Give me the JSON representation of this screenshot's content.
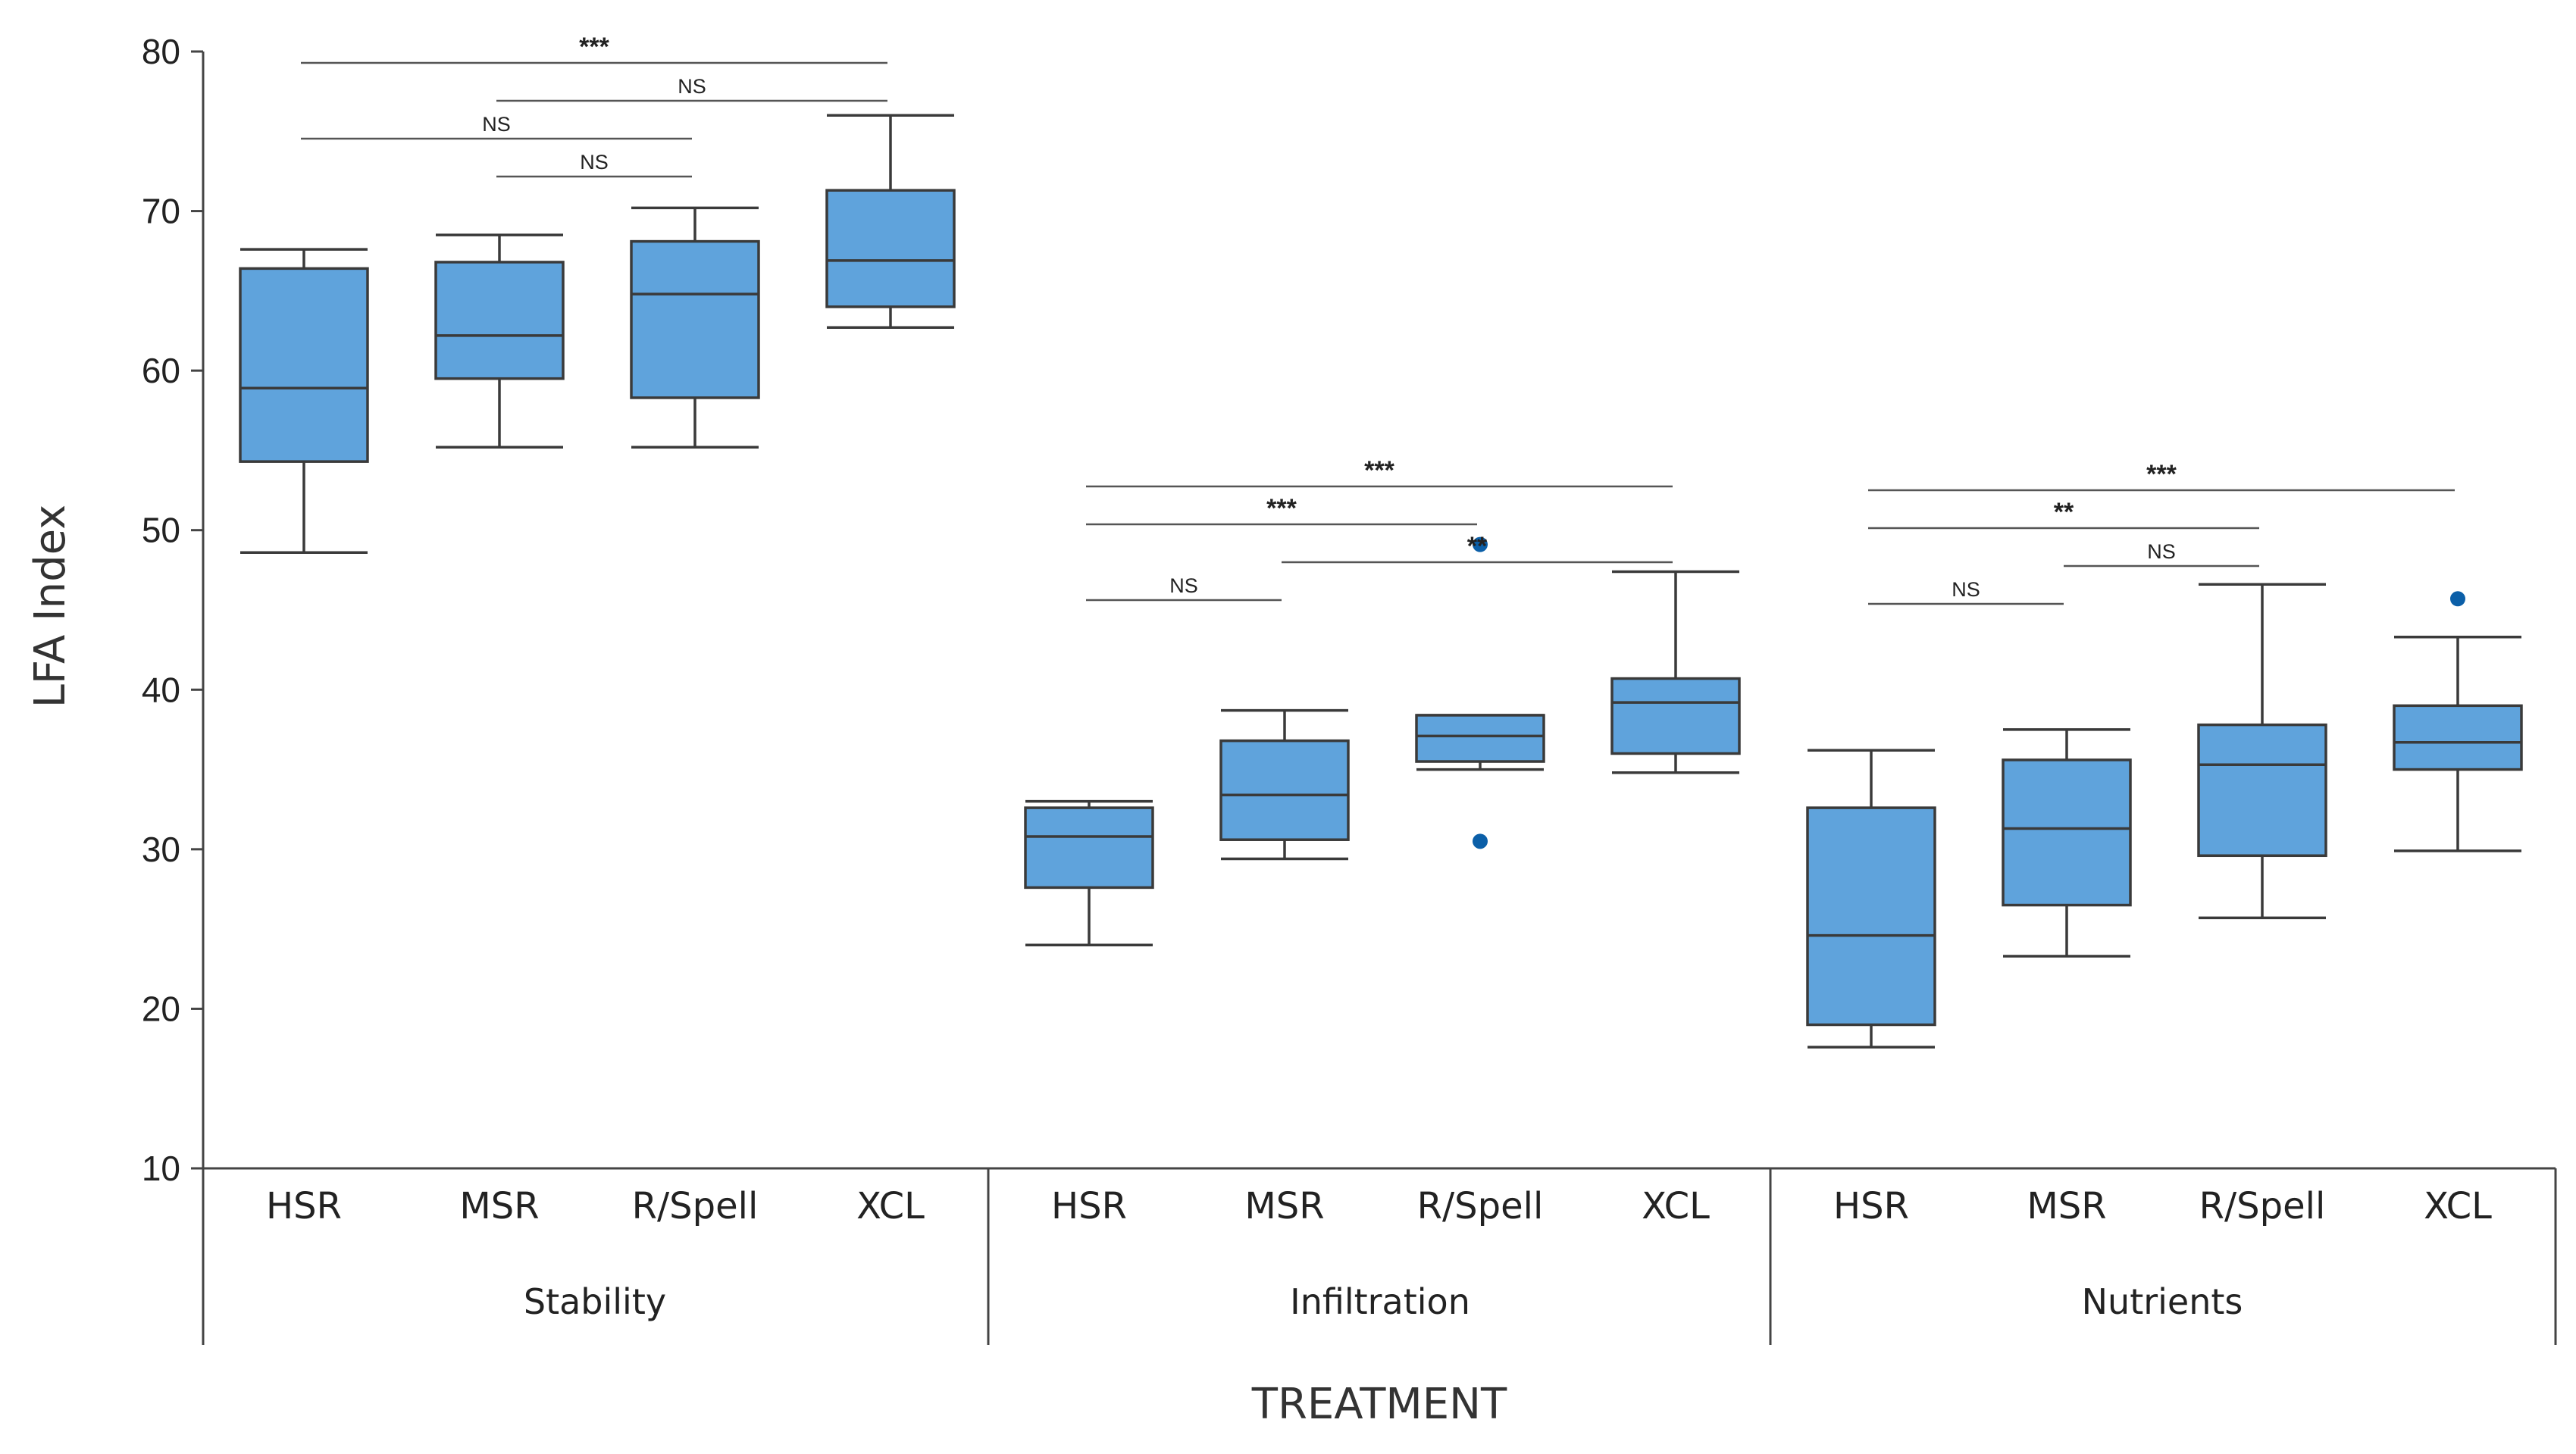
{
  "chart_data": {
    "type": "box",
    "ylabel": "LFA Index",
    "xlabel": "TREATMENT",
    "ylim": [
      10,
      80
    ],
    "yticks": [
      10,
      20,
      30,
      40,
      50,
      60,
      70,
      80
    ],
    "box_color": "#5fa3dc",
    "outlier_color": "#0b5fa8",
    "groups": [
      {
        "name": "Stability",
        "boxes": [
          {
            "category": "HSR",
            "min": 48.6,
            "q1": 54.3,
            "median": 58.9,
            "q3": 66.4,
            "max": 67.6,
            "outliers": []
          },
          {
            "category": "MSR",
            "min": 55.2,
            "q1": 59.5,
            "median": 62.2,
            "q3": 66.8,
            "max": 68.5,
            "outliers": []
          },
          {
            "category": "R/Spell",
            "min": 55.2,
            "q1": 58.3,
            "median": 64.8,
            "q3": 68.1,
            "max": 70.2,
            "outliers": []
          },
          {
            "category": "XCL",
            "min": 62.7,
            "q1": 64.0,
            "median": 66.9,
            "q3": 71.3,
            "max": 76.0,
            "outliers": []
          }
        ],
        "comparisons": [
          {
            "from": 0,
            "to": 3,
            "label": "***"
          },
          {
            "from": 1,
            "to": 3,
            "label": "NS"
          },
          {
            "from": 0,
            "to": 2,
            "label": "NS"
          },
          {
            "from": 1,
            "to": 2,
            "label": "NS"
          }
        ]
      },
      {
        "name": "Infiltration",
        "boxes": [
          {
            "category": "HSR",
            "min": 24.0,
            "q1": 27.6,
            "median": 30.8,
            "q3": 32.6,
            "max": 33.0,
            "outliers": []
          },
          {
            "category": "MSR",
            "min": 29.4,
            "q1": 30.6,
            "median": 33.4,
            "q3": 36.8,
            "max": 38.7,
            "outliers": []
          },
          {
            "category": "R/Spell",
            "min": 35.0,
            "q1": 35.5,
            "median": 37.1,
            "q3": 38.4,
            "max": 38.4,
            "outliers": [
              30.5,
              49.1
            ]
          },
          {
            "category": "XCL",
            "min": 34.8,
            "q1": 36.0,
            "median": 39.2,
            "q3": 40.7,
            "max": 47.4,
            "outliers": []
          }
        ],
        "comparisons": [
          {
            "from": 0,
            "to": 3,
            "label": "***"
          },
          {
            "from": 0,
            "to": 2,
            "label": "***"
          },
          {
            "from": 1,
            "to": 3,
            "label": "**"
          },
          {
            "from": 0,
            "to": 1,
            "label": "NS"
          }
        ]
      },
      {
        "name": "Nutrients",
        "boxes": [
          {
            "category": "HSR",
            "min": 17.6,
            "q1": 19.0,
            "median": 24.6,
            "q3": 32.6,
            "max": 36.2,
            "outliers": []
          },
          {
            "category": "MSR",
            "min": 23.3,
            "q1": 26.5,
            "median": 31.3,
            "q3": 35.6,
            "max": 37.5,
            "outliers": []
          },
          {
            "category": "R/Spell",
            "min": 25.7,
            "q1": 29.6,
            "median": 35.3,
            "q3": 37.8,
            "max": 46.6,
            "outliers": []
          },
          {
            "category": "XCL",
            "min": 29.9,
            "q1": 35.0,
            "median": 36.7,
            "q3": 39.0,
            "max": 43.3,
            "outliers": [
              45.7
            ]
          }
        ],
        "comparisons": [
          {
            "from": 0,
            "to": 3,
            "label": "***"
          },
          {
            "from": 0,
            "to": 2,
            "label": "**"
          },
          {
            "from": 1,
            "to": 2,
            "label": "NS"
          },
          {
            "from": 0,
            "to": 1,
            "label": "NS"
          }
        ]
      }
    ]
  }
}
